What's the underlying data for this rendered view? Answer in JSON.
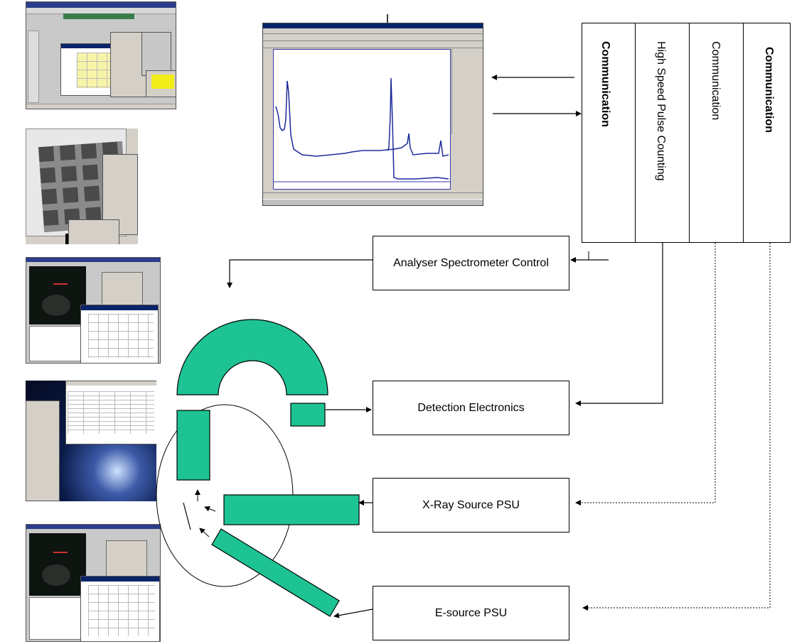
{
  "diagram": {
    "comm_columns": [
      {
        "label": "Communication",
        "bold": true
      },
      {
        "label": "High Speed Pulse Counting",
        "bold": false
      },
      {
        "label": "Communication",
        "bold": false
      },
      {
        "label": "Communication",
        "bold": true
      }
    ],
    "boxes": {
      "analyser": "Analyser Spectrometer Control",
      "detection": "Detection Electronics",
      "xray": "X-Ray Source PSU",
      "esource": "E-source PSU"
    },
    "colors": {
      "component_fill": "#1ec393",
      "line": "#000000",
      "spectrum_line": "#1c2a9a"
    }
  }
}
